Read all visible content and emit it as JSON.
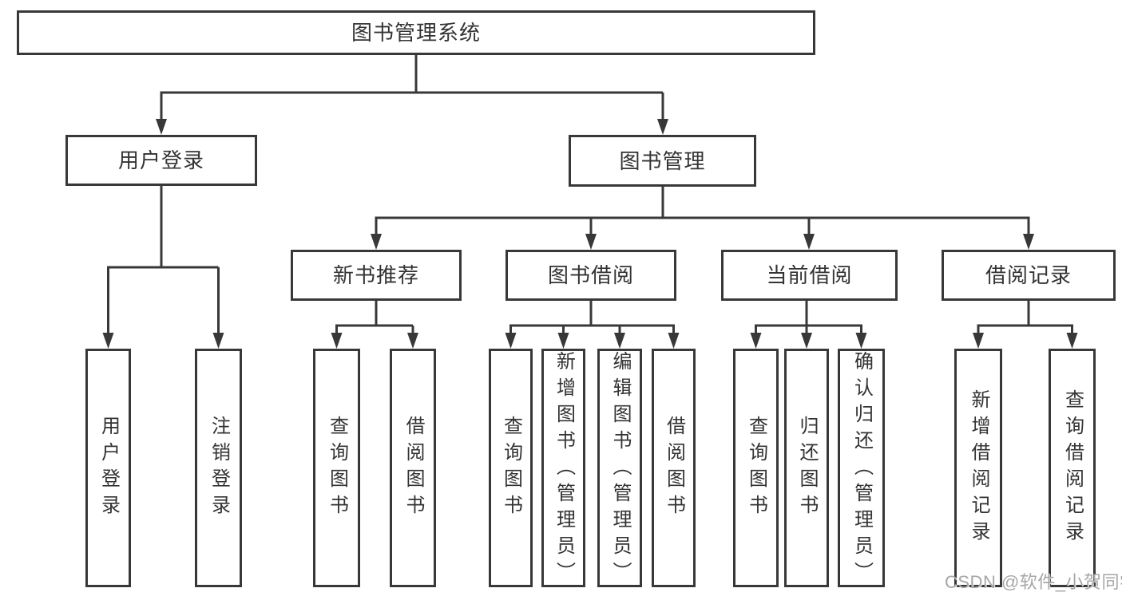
{
  "diagram": {
    "root": {
      "label": "图书管理系统"
    },
    "branches": [
      {
        "label": "用户登录",
        "children": [
          {
            "label": "用户登录"
          },
          {
            "label": "注销登录"
          }
        ]
      },
      {
        "label": "图书管理",
        "children": [
          {
            "label": "新书推荐",
            "children": [
              {
                "label": "查询图书"
              },
              {
                "label": "借阅图书"
              }
            ]
          },
          {
            "label": "图书借阅",
            "children": [
              {
                "label": "查询图书"
              },
              {
                "label": "新增图书（管理员）"
              },
              {
                "label": "编辑图书（管理员）"
              },
              {
                "label": "借阅图书"
              }
            ]
          },
          {
            "label": "当前借阅",
            "children": [
              {
                "label": "查询图书"
              },
              {
                "label": "归还图书"
              },
              {
                "label": "确认归还（管理员）"
              }
            ]
          },
          {
            "label": "借阅记录",
            "children": [
              {
                "label": "新增借阅记录"
              },
              {
                "label": "查询借阅记录"
              }
            ]
          }
        ]
      }
    ]
  },
  "watermark": {
    "text": "CSDN @软件_小贺同学",
    "color": "#a6a6a6"
  },
  "colors": {
    "line": "#383838",
    "box_border": "#383838",
    "box_background": "#ffffff",
    "text": "#333333"
  }
}
